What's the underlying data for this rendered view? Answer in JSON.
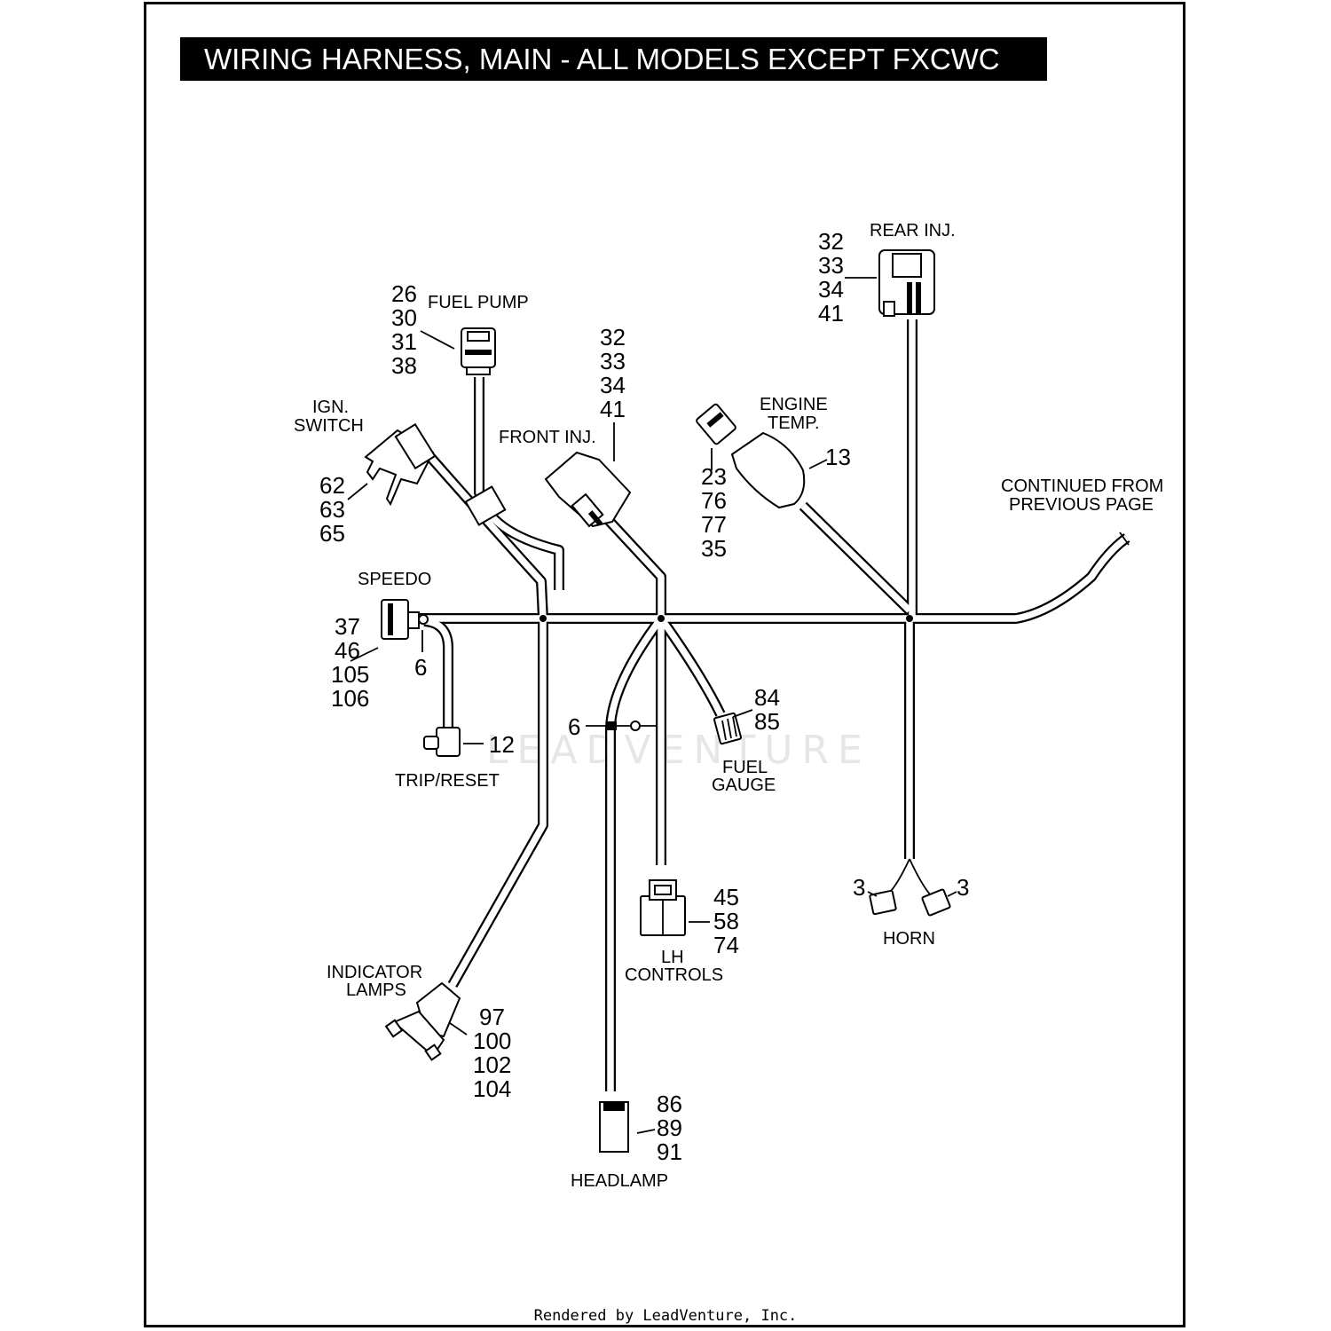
{
  "title": "WIRING HARNESS, MAIN - ALL MODELS EXCEPT FXCWC",
  "footer": "Rendered by LeadVenture, Inc.",
  "watermark": "LEADVENTURE",
  "components": {
    "rear_inj": {
      "label": "REAR INJ.",
      "parts": [
        "32",
        "33",
        "34",
        "41"
      ]
    },
    "fuel_pump": {
      "label": "FUEL PUMP",
      "parts": [
        "26",
        "30",
        "31",
        "38"
      ]
    },
    "front_inj": {
      "label": "FRONT INJ.",
      "parts": [
        "32",
        "33",
        "34",
        "41"
      ]
    },
    "ign_switch": {
      "label_lines": [
        "IGN.",
        "SWITCH"
      ],
      "parts": [
        "62",
        "63",
        "65"
      ]
    },
    "engine_temp": {
      "label_lines": [
        "ENGINE",
        "TEMP."
      ],
      "parts": [
        "23",
        "76",
        "77",
        "35"
      ],
      "sensor_part": "13"
    },
    "continued": {
      "label_lines": [
        "CONTINUED FROM",
        "PREVIOUS PAGE"
      ]
    },
    "speedo": {
      "label": "SPEEDO",
      "parts": [
        "37",
        "46",
        "105",
        "106"
      ],
      "clip_part": "6"
    },
    "trip_reset": {
      "label": "TRIP/RESET",
      "part": "12"
    },
    "fuel_gauge": {
      "label_lines": [
        "FUEL",
        "GAUGE"
      ],
      "parts": [
        "84",
        "85"
      ]
    },
    "clip": {
      "part": "6"
    },
    "lh_controls": {
      "label_lines": [
        "LH",
        "CONTROLS"
      ],
      "parts": [
        "45",
        "58",
        "74"
      ]
    },
    "horn": {
      "label": "HORN",
      "part_left": "3",
      "part_right": "3"
    },
    "indicator_lamps": {
      "label_lines": [
        "INDICATOR",
        "LAMPS"
      ],
      "parts": [
        "97",
        "100",
        "102",
        "104"
      ]
    },
    "headlamp": {
      "label": "HEADLAMP",
      "parts": [
        "86",
        "89",
        "91"
      ]
    }
  }
}
